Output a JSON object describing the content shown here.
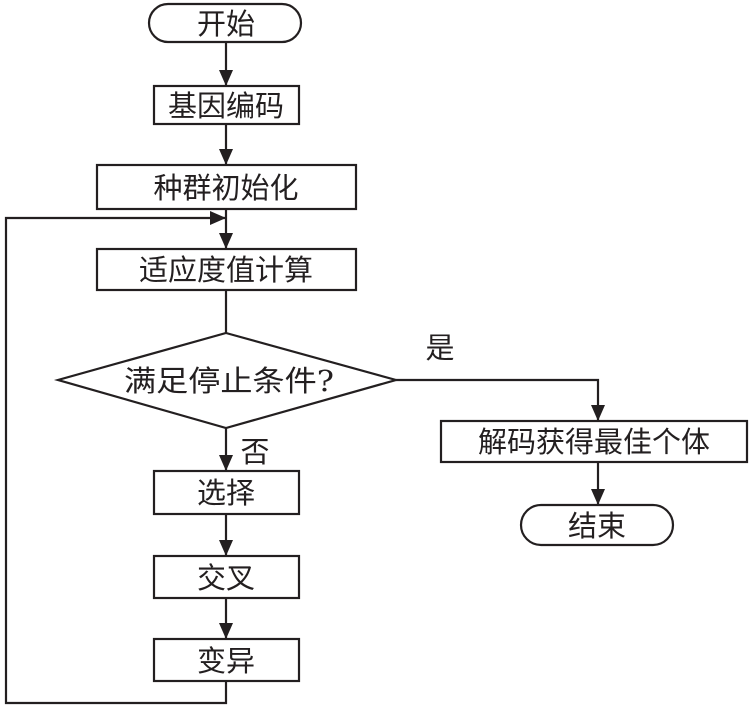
{
  "flowchart": {
    "start": "开始",
    "encode": "基因编码",
    "init": "种群初始化",
    "fitness": "适应度值计算",
    "decision": "满足停止条件?",
    "yes": "是",
    "no": "否",
    "decode": "解码获得最佳个体",
    "end": "结束",
    "select": "选择",
    "crossover": "交叉",
    "mutate": "变异"
  },
  "colors": {
    "ink": "#231f20",
    "background": "#ffffff"
  }
}
